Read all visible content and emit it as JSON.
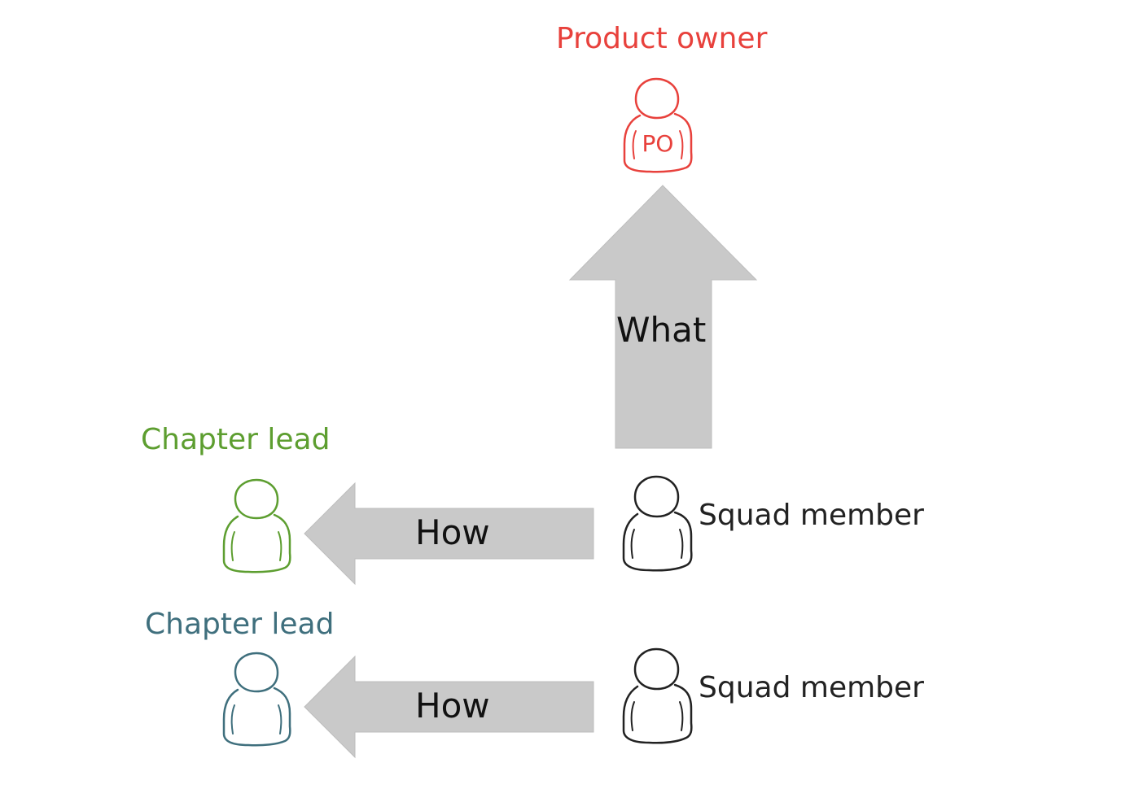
{
  "colors": {
    "product_owner": "#e8413c",
    "chapter_lead_1": "#5d9e30",
    "chapter_lead_2": "#3f6f7d",
    "squad_member": "#222222",
    "arrow_fill": "#c9c9c9",
    "arrow_text": "#111111"
  },
  "nodes": {
    "product_owner": {
      "label": "Product owner",
      "badge": "PO"
    },
    "chapter_lead_1": {
      "label": "Chapter lead"
    },
    "chapter_lead_2": {
      "label": "Chapter lead"
    },
    "squad_member_1": {
      "label": "Squad member"
    },
    "squad_member_2": {
      "label": "Squad member"
    }
  },
  "arrows": {
    "what": {
      "label": "What"
    },
    "how_1": {
      "label": "How"
    },
    "how_2": {
      "label": "How"
    }
  }
}
